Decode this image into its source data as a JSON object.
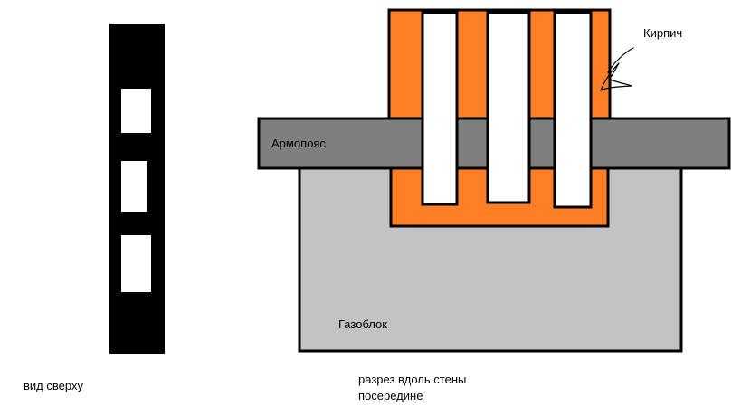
{
  "labels": {
    "brick": "Кирпич",
    "armopoyas": "Армопояс",
    "gazoblok": "Газоблок",
    "top_view": "вид сверху",
    "section_line1": "разрез вдоль стены",
    "section_line2": "посередине"
  },
  "colors": {
    "black": "#000000",
    "orange": "#ff7f27",
    "dark_gray": "#7f7f7f",
    "light_gray": "#c3c3c3",
    "white": "#ffffff"
  }
}
